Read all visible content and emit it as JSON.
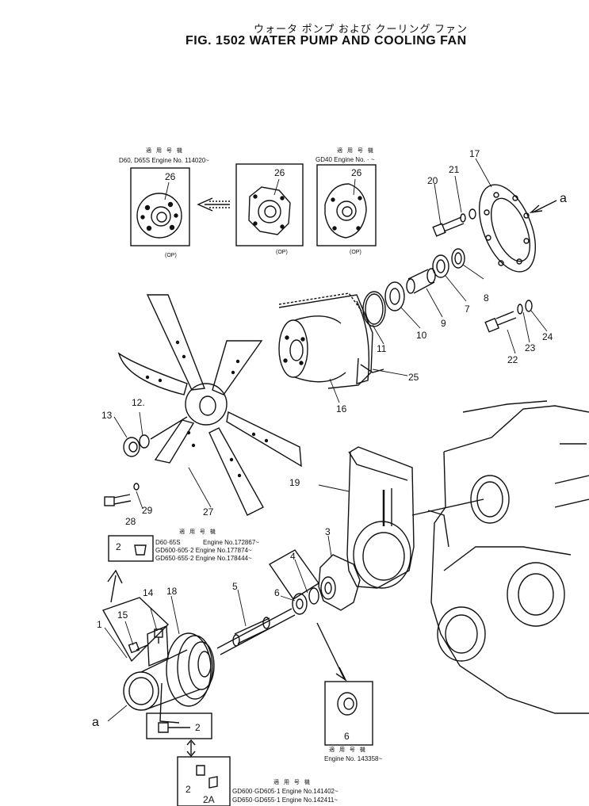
{
  "header": {
    "title_jp": "ウォータ ポンプ および クーリング ファン",
    "title_en": "FIG. 1502  WATER PUMP AND COOLING FAN"
  },
  "notes": {
    "top_left": {
      "jp": "適 用 号 機",
      "lines": [
        "D60, D65S  Engine No. 114020~"
      ]
    },
    "top_mid": {
      "jp": "適 用 号 機",
      "lines": [
        "GD40  Engine No.  · ~"
      ]
    },
    "mid_left": {
      "jp": "適 用 号 機",
      "lines": [
        "D60·65S",
        "GD600·605·2  Engine No.177874~",
        "GD650·655·2  Engine No.178444~"
      ],
      "lines_right": [
        "Engine No.172867~"
      ]
    },
    "bottom_right": {
      "jp": "適 用 号 機",
      "lines": [
        "Engine No. 143358~"
      ]
    },
    "bottom_mid": {
      "jp": "適 用 号 機",
      "lines": [
        "GD600·GD605·1  Engine No.141402~",
        "GD650·GD655·1  Engine No.142411~"
      ]
    }
  },
  "labels": {
    "op": "(OP)",
    "n1": "1",
    "n2": "2",
    "n2a": "2A",
    "n3": "3",
    "n4": "4",
    "n5": "5",
    "n6": "6",
    "n7": "7",
    "n8": "8",
    "n9": "9",
    "n10": "10",
    "n11": "11",
    "n12": "12.",
    "n13": "13",
    "n14": "14",
    "n15": "15",
    "n16": "16",
    "n17": "17",
    "n18": "18",
    "n19": "19",
    "n20": "20",
    "n21": "21",
    "n22": "22",
    "n23": "23",
    "n24": "24",
    "n25": "25",
    "n26": "26",
    "n27": "27",
    "n28": "28",
    "n29": "29",
    "a": "a"
  }
}
